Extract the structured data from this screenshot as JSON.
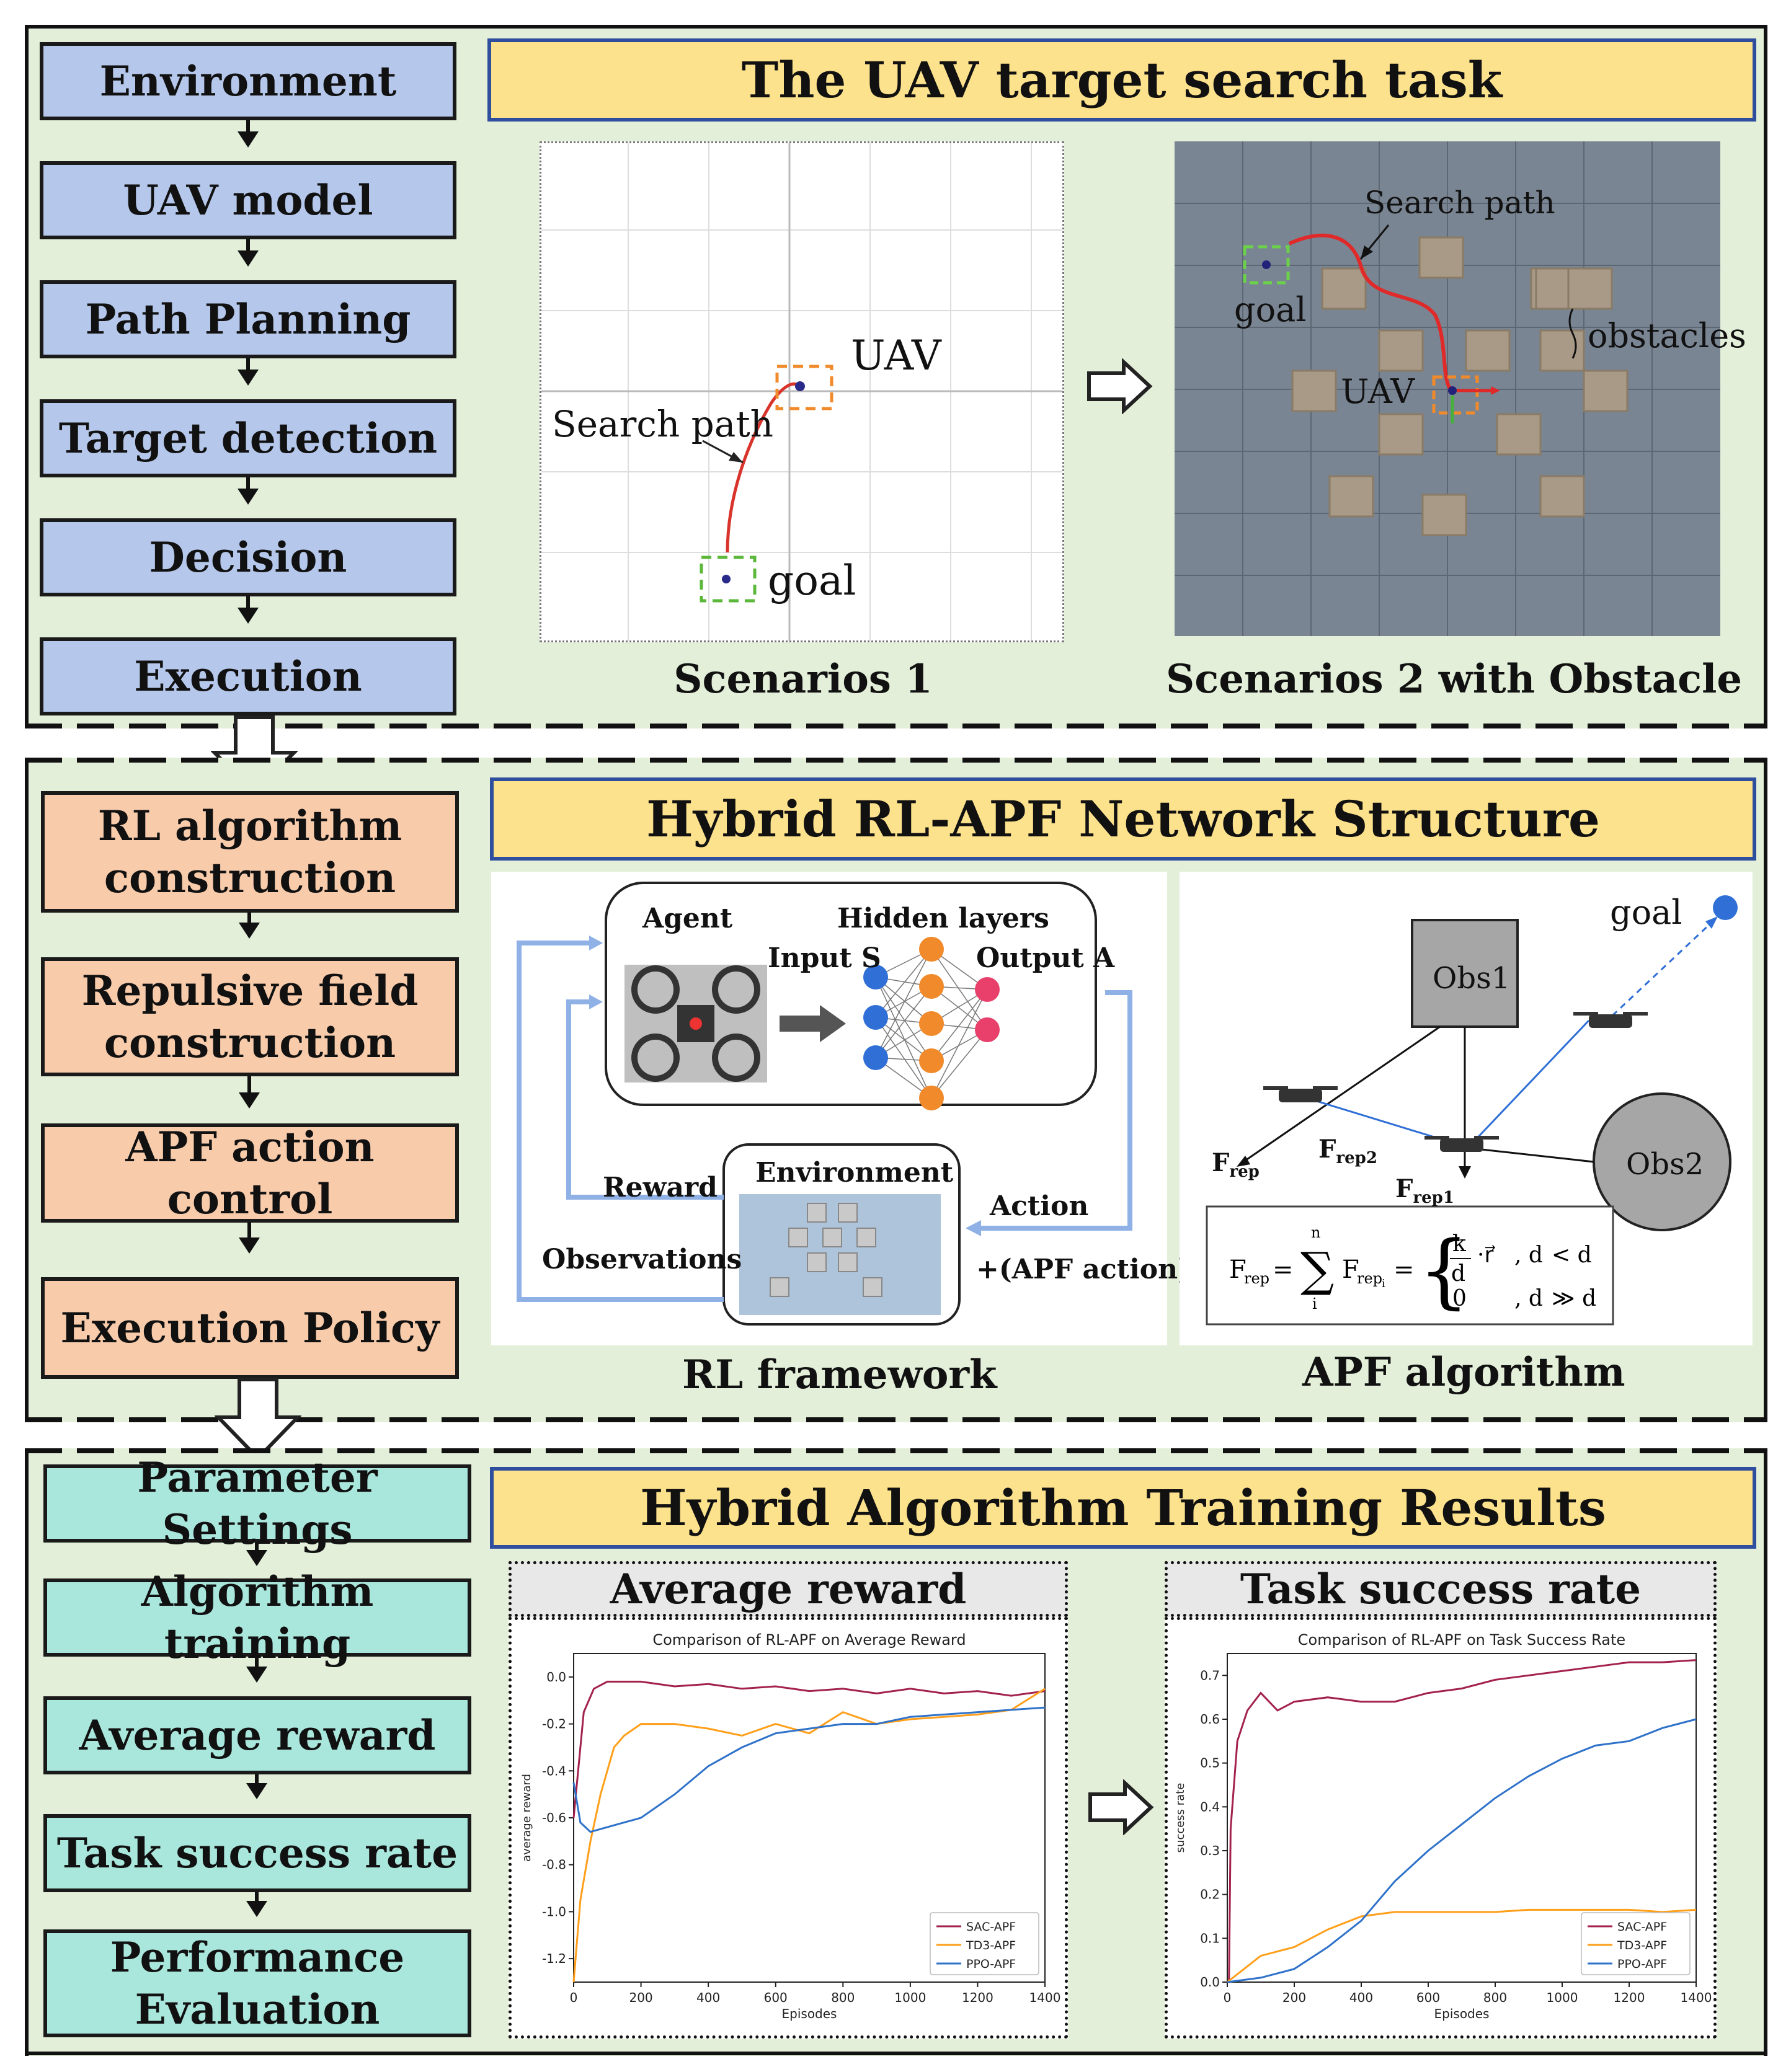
{
  "sections": {
    "task": {
      "steps": [
        "Environment",
        "UAV model",
        "Path Planning",
        "Target detection",
        "Decision",
        "Execution"
      ],
      "title": "The UAV target search task",
      "scenario1": {
        "caption": "Scenarios 1",
        "uav": "UAV",
        "search_path": "Search path",
        "goal": "goal"
      },
      "scenario2": {
        "caption": "Scenarios 2 with Obstacle",
        "search_path": "Search path",
        "goal": "goal",
        "obstacles": "obstacles",
        "uav": "UAV"
      }
    },
    "network": {
      "steps": [
        "RL algorithm construction",
        "Repulsive field construction",
        "APF action control",
        "Execution Policy"
      ],
      "title": "Hybrid RL-APF Network Structure",
      "rl": {
        "caption": "RL framework",
        "agent": "Agent",
        "hidden": "Hidden layers",
        "input": "Input S",
        "output": "Output A",
        "environment": "Environment",
        "reward": "Reward",
        "action": "Action",
        "observations": "Observations",
        "apf_action": "+(APF action)"
      },
      "apf": {
        "caption": "APF algorithm",
        "goal": "goal",
        "obs1": "Obs1",
        "obs2": "Obs2",
        "frep": "F",
        "frep_sub": "rep",
        "frep1_sub": "rep1",
        "frep2_sub": "rep2"
      }
    },
    "results": {
      "steps": [
        "Parameter Settings",
        "Algorithm training",
        "Average reward",
        "Task success rate",
        "Performance Evaluation"
      ],
      "title": "Hybrid Algorithm Training Results",
      "reward_head": "Average reward",
      "success_head": "Task success rate"
    }
  },
  "colors": {
    "blue_box": "#b5c7ea",
    "orange_box": "#f8cbab",
    "cyan_box": "#a9e6dc",
    "title_bg": "#fde28d",
    "section_bg": "#e3efd9",
    "sac": "#a3224c",
    "td3": "#ff9f1a",
    "ppo": "#2f72c9"
  },
  "chart_data": [
    {
      "type": "line",
      "title": "Comparison of RL-APF on Average Reward",
      "xlabel": "Episodes",
      "ylabel": "average reward",
      "xlim": [
        0,
        1400
      ],
      "ylim": [
        -1.3,
        0.1
      ],
      "xticks": [
        0,
        200,
        400,
        600,
        800,
        1000,
        1200,
        1400
      ],
      "yticks": [
        0.0,
        -0.2,
        -0.4,
        -0.6,
        -0.8,
        -1.0,
        -1.2
      ],
      "legend": "bottom-right",
      "series": [
        {
          "name": "SAC-APF",
          "x": [
            0,
            30,
            60,
            100,
            200,
            300,
            400,
            500,
            600,
            700,
            800,
            900,
            1000,
            1100,
            1200,
            1300,
            1400
          ],
          "y": [
            -0.6,
            -0.15,
            -0.05,
            -0.02,
            -0.02,
            -0.04,
            -0.03,
            -0.05,
            -0.04,
            -0.06,
            -0.05,
            -0.07,
            -0.05,
            -0.07,
            -0.06,
            -0.08,
            -0.06
          ]
        },
        {
          "name": "TD3-APF",
          "x": [
            0,
            20,
            50,
            80,
            120,
            150,
            200,
            300,
            400,
            500,
            600,
            700,
            800,
            900,
            1000,
            1100,
            1200,
            1300,
            1400
          ],
          "y": [
            -1.3,
            -0.95,
            -0.7,
            -0.5,
            -0.3,
            -0.25,
            -0.2,
            -0.2,
            -0.22,
            -0.25,
            -0.2,
            -0.24,
            -0.15,
            -0.2,
            -0.18,
            -0.17,
            -0.16,
            -0.14,
            -0.05
          ]
        },
        {
          "name": "PPO-APF",
          "x": [
            0,
            20,
            50,
            100,
            200,
            300,
            400,
            500,
            600,
            700,
            800,
            900,
            1000,
            1100,
            1200,
            1300,
            1400
          ],
          "y": [
            -0.45,
            -0.62,
            -0.66,
            -0.64,
            -0.6,
            -0.5,
            -0.38,
            -0.3,
            -0.24,
            -0.22,
            -0.2,
            -0.2,
            -0.17,
            -0.16,
            -0.15,
            -0.14,
            -0.13
          ]
        }
      ]
    },
    {
      "type": "line",
      "title": "Comparison of RL-APF on Task Success Rate",
      "xlabel": "Episodes",
      "ylabel": "success rate",
      "xlim": [
        0,
        1400
      ],
      "ylim": [
        0,
        0.75
      ],
      "xticks": [
        0,
        200,
        400,
        600,
        800,
        1000,
        1200,
        1400
      ],
      "yticks": [
        0.0,
        0.1,
        0.2,
        0.3,
        0.4,
        0.5,
        0.6,
        0.7
      ],
      "legend": "bottom-right",
      "series": [
        {
          "name": "SAC-APF",
          "x": [
            0,
            5,
            10,
            30,
            60,
            100,
            150,
            200,
            300,
            400,
            500,
            600,
            700,
            800,
            900,
            1000,
            1100,
            1200,
            1300,
            1400
          ],
          "y": [
            0.0,
            0.0,
            0.35,
            0.55,
            0.62,
            0.66,
            0.62,
            0.64,
            0.65,
            0.64,
            0.64,
            0.66,
            0.67,
            0.69,
            0.7,
            0.71,
            0.72,
            0.73,
            0.73,
            0.735
          ]
        },
        {
          "name": "TD3-APF",
          "x": [
            0,
            50,
            100,
            200,
            300,
            400,
            500,
            600,
            700,
            800,
            900,
            1000,
            1100,
            1200,
            1300,
            1400
          ],
          "y": [
            0.0,
            0.03,
            0.06,
            0.08,
            0.12,
            0.15,
            0.16,
            0.16,
            0.16,
            0.16,
            0.165,
            0.165,
            0.165,
            0.165,
            0.16,
            0.165
          ]
        },
        {
          "name": "PPO-APF",
          "x": [
            0,
            100,
            200,
            300,
            400,
            500,
            600,
            700,
            800,
            900,
            1000,
            1100,
            1200,
            1300,
            1400
          ],
          "y": [
            0.0,
            0.01,
            0.03,
            0.08,
            0.14,
            0.23,
            0.3,
            0.36,
            0.42,
            0.47,
            0.51,
            0.54,
            0.55,
            0.58,
            0.6
          ]
        }
      ]
    }
  ]
}
